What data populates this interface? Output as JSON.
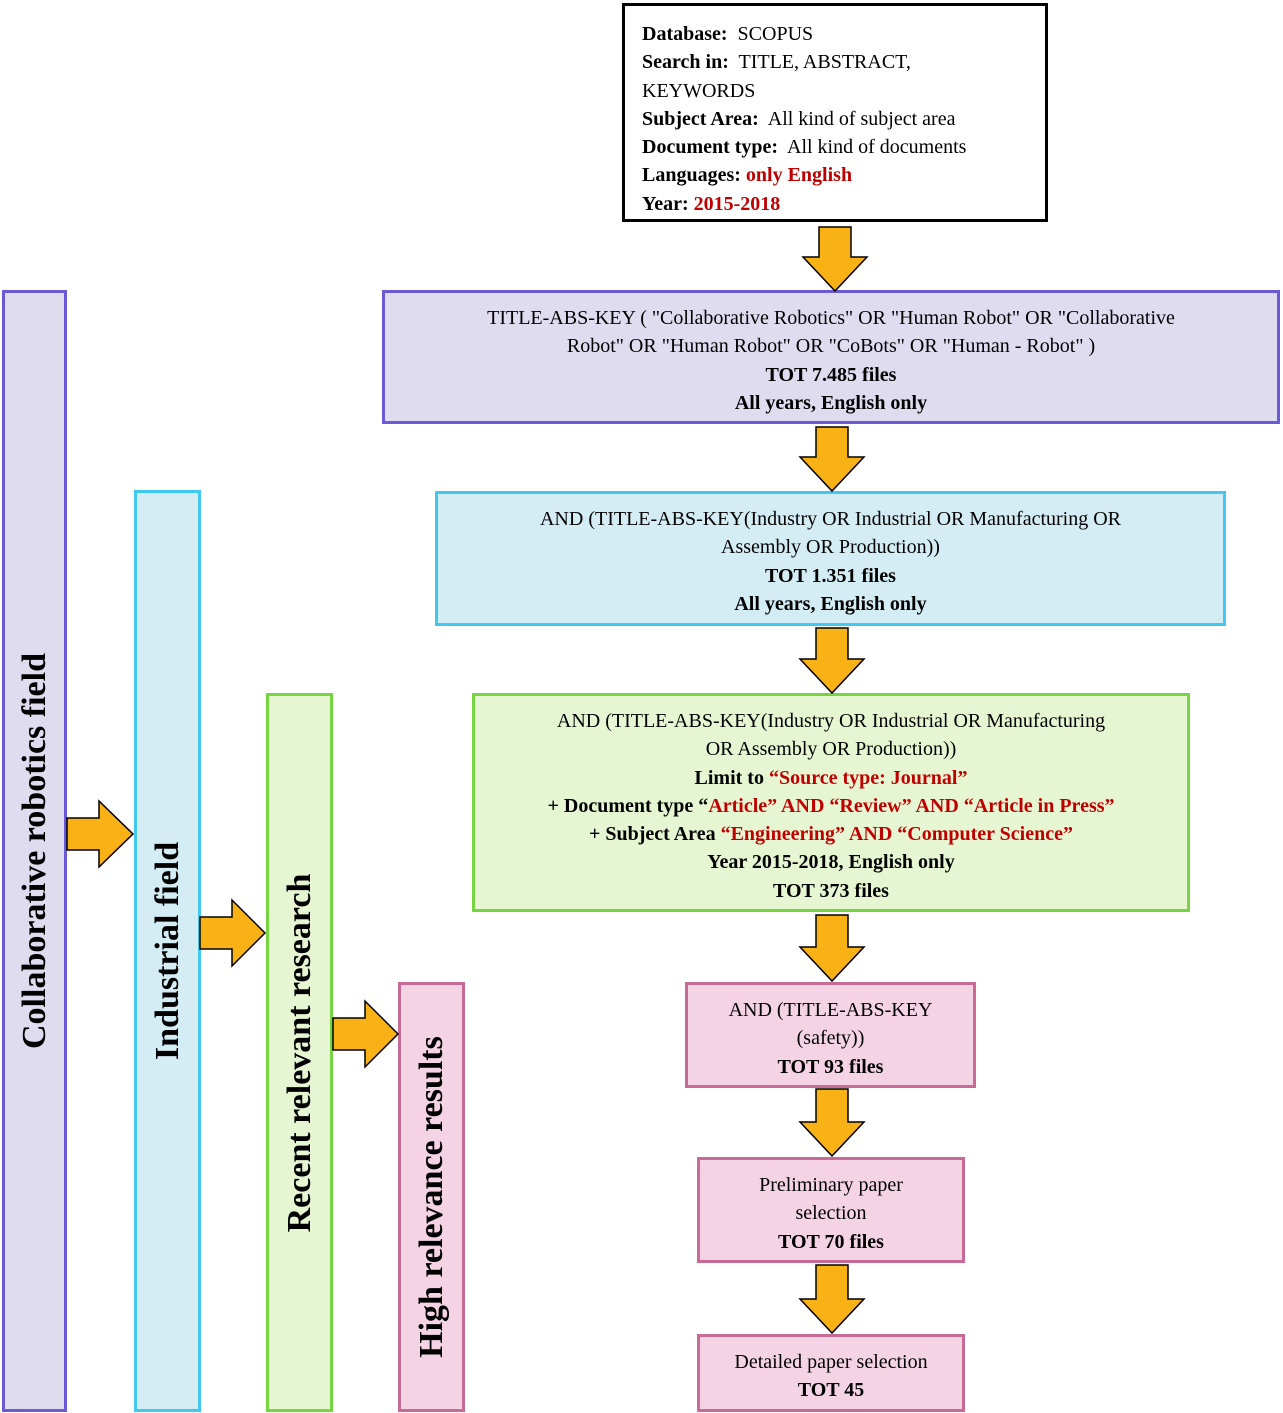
{
  "database_box": {
    "database_label": "Database:",
    "database_value": "SCOPUS",
    "search_label": "Search in:",
    "search_value_line1": "TITLE, ABSTRACT,",
    "search_value_line2": "KEYWORDS",
    "subject_label": "Subject Area:",
    "subject_value": "All kind of subject area",
    "doctype_label": "Document type:",
    "doctype_value": "All kind of documents",
    "languages_label": "Languages:",
    "languages_value": "only English",
    "year_label": "Year:",
    "year_value": "2015-2018"
  },
  "query1": {
    "line1": "TITLE-ABS-KEY ( \"Collaborative Robotics\"  OR  \"Human Robot\"  OR  \"Collaborative",
    "line2": "Robot\"  OR  \"Human Robot\"  OR  \"CoBots\"  OR  \"Human - Robot\" )",
    "total": "TOT 7.485 files",
    "scope": "All years, English only"
  },
  "query2": {
    "line1": "AND (TITLE-ABS-KEY(Industry OR Industrial OR Manufacturing OR",
    "line2": "Assembly OR Production))",
    "total": "TOT 1.351 files",
    "scope": "All years, English only"
  },
  "query3": {
    "line1": "AND (TITLE-ABS-KEY(Industry OR Industrial OR Manufacturing",
    "line2": "OR Assembly OR Production))",
    "limit_prefix": "Limit to ",
    "limit_value": "“Source type: Journal”",
    "doctype_prefix": "+ Document type “",
    "doctype_value": "Article” AND “Review” AND “Article in Press”",
    "subject_prefix": "+ Subject Area ",
    "subject_value": "“Engineering” AND “Computer Science”",
    "year": "Year 2015-2018, English only",
    "total": "TOT 373 files"
  },
  "query4": {
    "line1": "AND (TITLE-ABS-KEY",
    "line2": "(safety))",
    "total": "TOT 93 files"
  },
  "query5": {
    "line1": "Preliminary  paper",
    "line2": "selection",
    "total": "TOT 70 files"
  },
  "query6": {
    "line1": "Detailed paper selection",
    "total": "TOT 45"
  },
  "columns": {
    "col1": "Collaborative robotics field",
    "col2": "Industrial field",
    "col3": "Recent relevant research",
    "col4": "High relevance results"
  },
  "colors": {
    "arrow_fill": "#f9b215",
    "red_text": "#c00000",
    "purple_border": "#6a5ad8",
    "purple_fill": "#e0dcf0",
    "cyan_border": "#40c8ee",
    "cyan_fill": "#d4edf4",
    "green_border": "#77d541",
    "green_fill": "#e6f6d2",
    "pink_border": "#c86a96",
    "pink_fill": "#f4d4e4"
  }
}
